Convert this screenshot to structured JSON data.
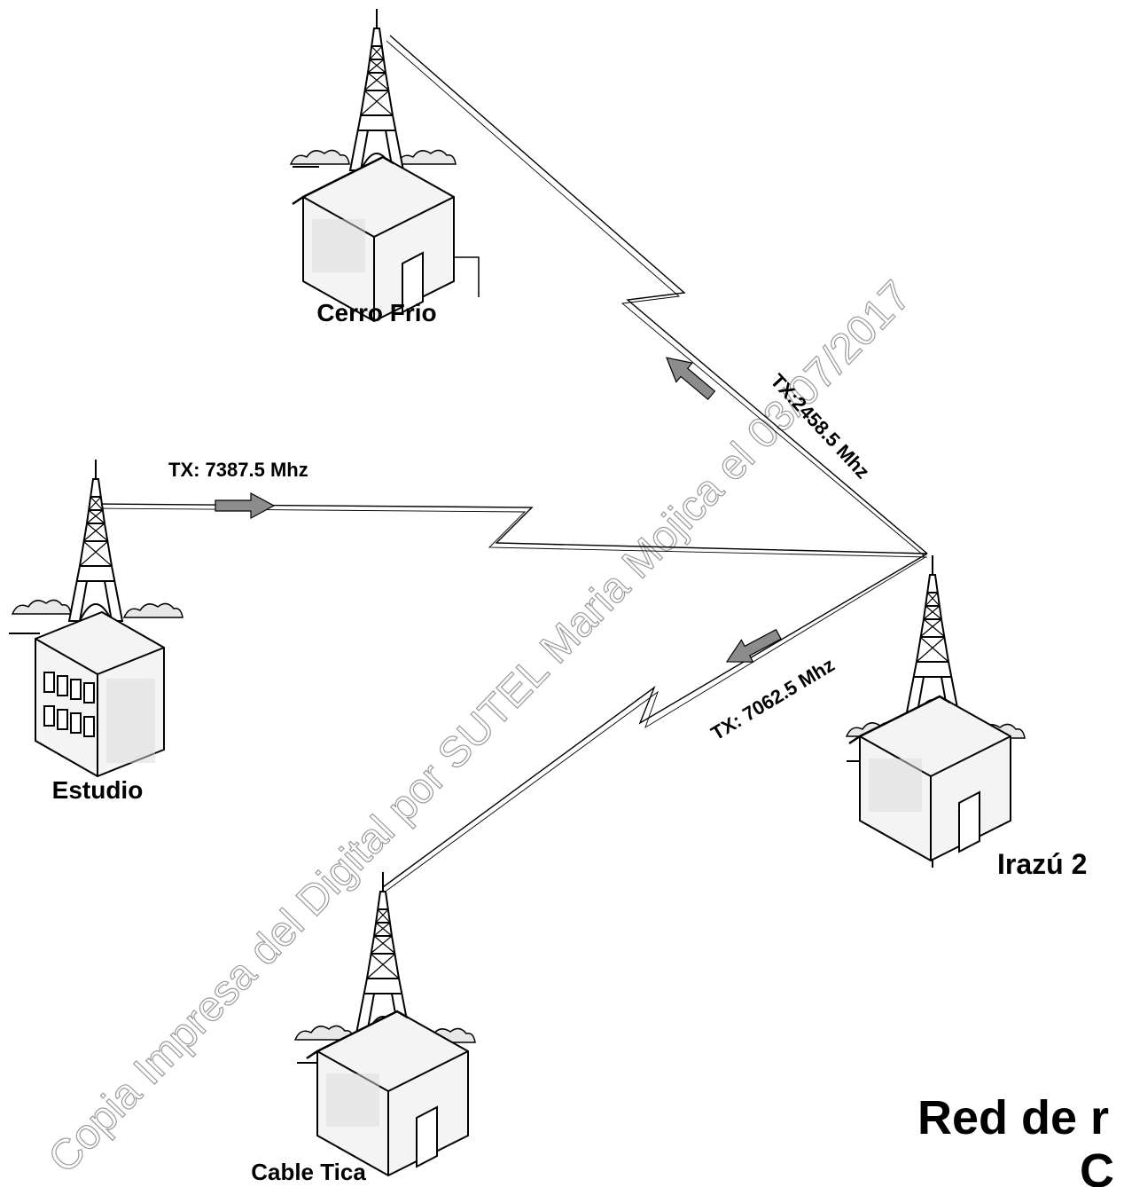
{
  "sites": {
    "cerro_frio": "Cerro Frio",
    "estudio": "Estudio",
    "irazu2": "Irazú 2",
    "cable_tica": "Cable Tica"
  },
  "links": {
    "estudio_to_irazu": "TX: 7387.5 Mhz",
    "irazu_to_cerro_frio": "TX:2458.5 Mhz",
    "irazu_to_cable_tica": "TX: 7062.5 Mhz"
  },
  "title": {
    "line1": "Red de r",
    "line2": "C"
  },
  "watermark": "Copia Impresa del Digital por SUTEL Maria Mojica el 03/07/2017",
  "colors": {
    "ink": "#000000",
    "arrow_fill": "#8c8c8c",
    "building_fill": "#f4f4f4",
    "watermark": "#9a9a9a"
  }
}
